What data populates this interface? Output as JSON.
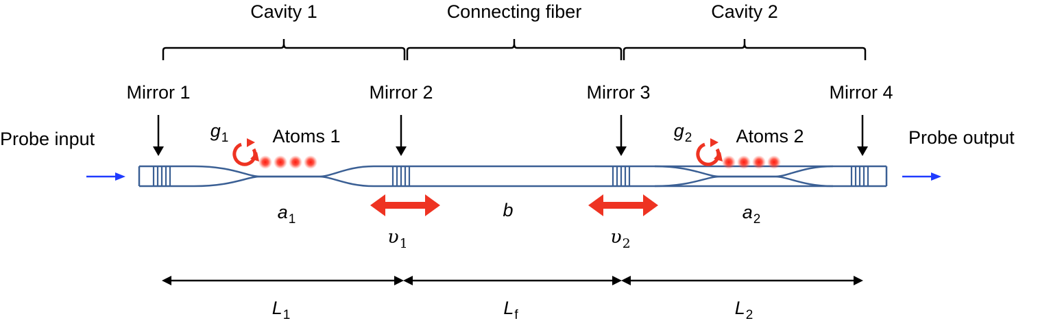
{
  "brackets": {
    "cavity1": "Cavity 1",
    "connecting": "Connecting fiber",
    "cavity2": "Cavity 2"
  },
  "mirrors": [
    "Mirror 1",
    "Mirror 2",
    "Mirror 3",
    "Mirror 4"
  ],
  "probe": {
    "input": "Probe input",
    "output": "Probe output"
  },
  "atoms": {
    "group1": {
      "label": "Atoms 1",
      "coupling_symbol": "g",
      "coupling_sub": "1"
    },
    "group2": {
      "label": "Atoms 2",
      "coupling_symbol": "g",
      "coupling_sub": "2"
    }
  },
  "modes": {
    "a1": {
      "symbol": "a",
      "sub": "1"
    },
    "b": {
      "symbol": "b"
    },
    "a2": {
      "symbol": "a",
      "sub": "2"
    }
  },
  "phonons": {
    "v1": {
      "symbol": "υ",
      "sub": "1"
    },
    "v2": {
      "symbol": "υ",
      "sub": "2"
    }
  },
  "lengths": {
    "L1": {
      "symbol": "L",
      "sub": "1"
    },
    "Lf": {
      "symbol": "L",
      "sub": "f"
    },
    "L2": {
      "symbol": "L",
      "sub": "2"
    }
  },
  "colors": {
    "fiber": "#3a5f94",
    "probe_arrow": "#1f3bff",
    "red_arrow": "#ee3322",
    "atom": "#e8231a",
    "line": "#000000"
  }
}
